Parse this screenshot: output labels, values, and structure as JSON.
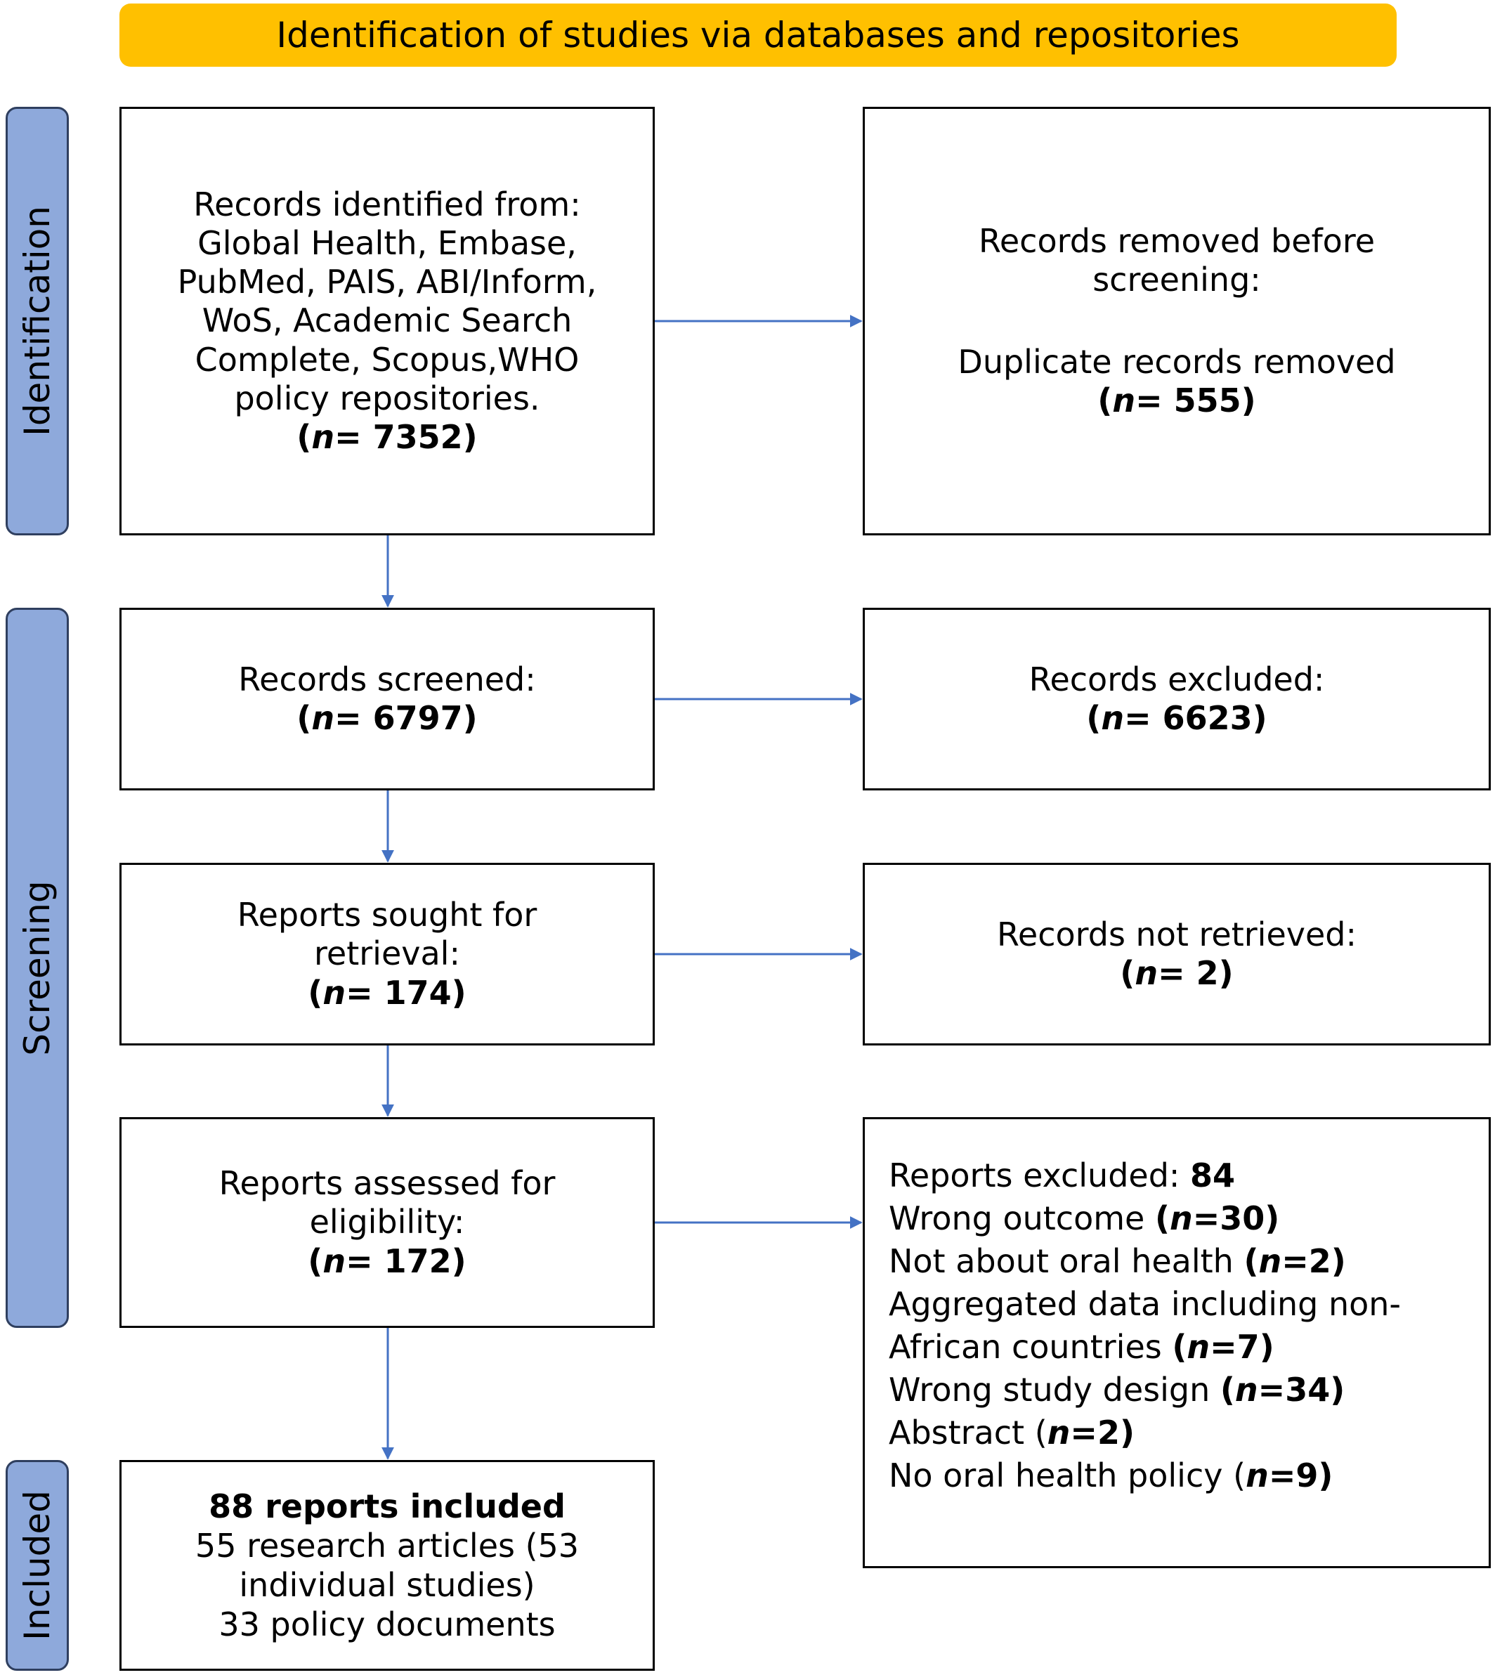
{
  "header": {
    "title": "Identification of studies via databases and repositories"
  },
  "phases": {
    "identification": "Identification",
    "screening": "Screening",
    "included": "Included"
  },
  "identified": {
    "lines": [
      "Records identified from:",
      "Global Health, Embase,",
      "PubMed, PAIS, ABI/Inform,",
      "WoS, Academic Search",
      "Complete, Scopus,WHO",
      "policy repositories."
    ],
    "count": "7352"
  },
  "removed": {
    "lines": [
      "Records removed before",
      "screening:"
    ],
    "sub": "Duplicate records removed",
    "count": "555"
  },
  "screened": {
    "label": "Records screened:",
    "count": "6797"
  },
  "excluded": {
    "label": "Records excluded:",
    "count": "6623"
  },
  "sought": {
    "lines": [
      "Reports sought for",
      "retrieval:"
    ],
    "count": "174"
  },
  "not_retrieved": {
    "label": "Records not retrieved:",
    "count": "2"
  },
  "assessed": {
    "lines": [
      "Reports assessed for",
      "eligibility:"
    ],
    "count": "172"
  },
  "reports_excluded": {
    "label": "Reports excluded: ",
    "total": "84",
    "reasons": [
      {
        "text": "Wrong outcome ",
        "n": "30"
      },
      {
        "text": "Not about oral health ",
        "n": "2"
      },
      {
        "text": "Aggregated data including non-",
        "n": ""
      },
      {
        "text": "African countries ",
        "n": "7"
      },
      {
        "text": "Wrong study design ",
        "n": "34"
      },
      {
        "text": "Abstract ",
        "n": "2"
      },
      {
        "text": "No oral health policy ",
        "n": "9"
      }
    ]
  },
  "included": {
    "title": "88 reports included",
    "lines": [
      "55 research articles (53",
      "individual studies)",
      "33 policy documents"
    ]
  },
  "n_symbol": "n",
  "colors": {
    "header": "#ffc000",
    "phase": "#8ea9db",
    "arrow": "#4472c4"
  }
}
